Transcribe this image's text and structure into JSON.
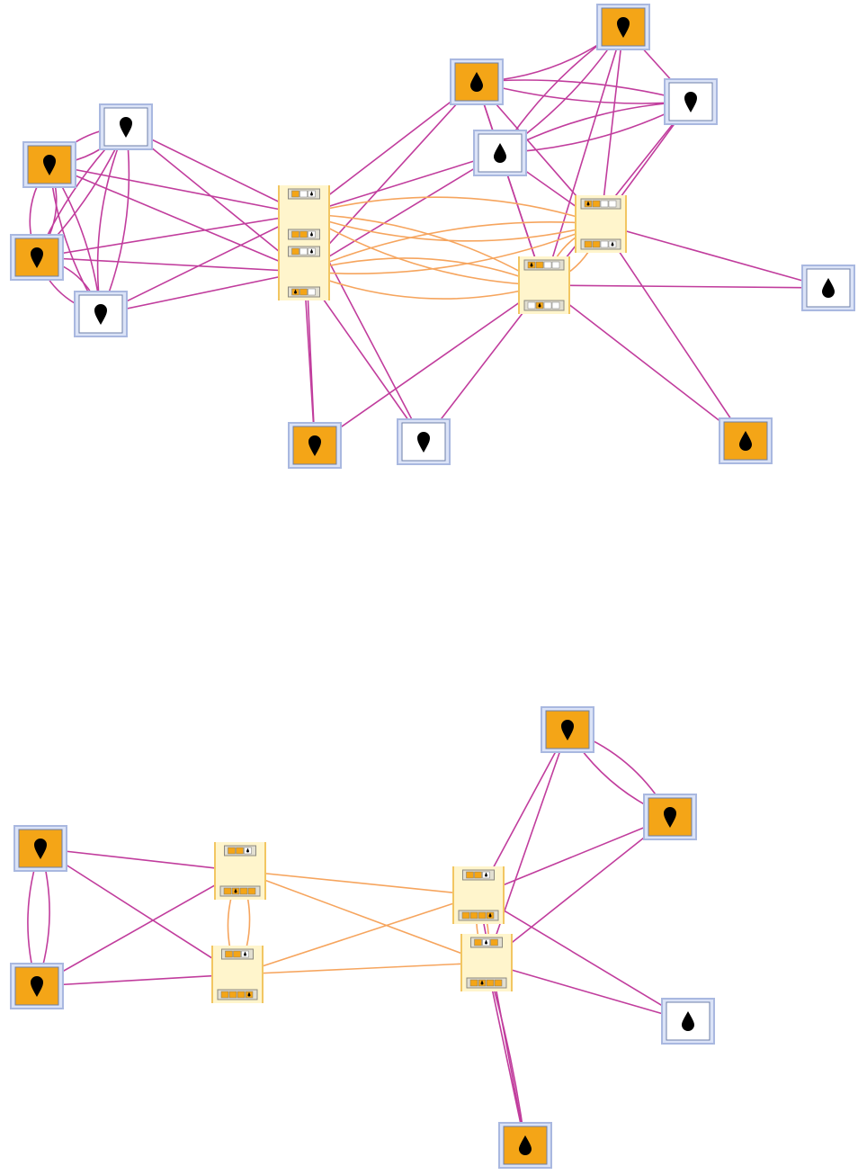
{
  "colors": {
    "background": "#ffffff",
    "edge_magenta": "#c13d9d",
    "edge_orange": "#f6a55e",
    "node_orange": "#f4a517",
    "node_white": "#ffffff",
    "node_border": "#a9b8e0",
    "node_border_fill": "#dbe3f7",
    "drop": "#000000",
    "hub_fill": "#fff5cc",
    "hub_edge": "#f2c662",
    "slot_fill": "#e2dfd1",
    "slot_border": "#8d8a80",
    "cell_orange": "#f4a517",
    "cell_white": "#ffffff"
  },
  "graphs": [
    {
      "name": "graph-top",
      "nodes": [
        {
          "id": "t1",
          "color": "orange",
          "drop": "down"
        },
        {
          "id": "t2",
          "color": "white",
          "drop": "down"
        },
        {
          "id": "t3",
          "color": "orange",
          "drop": "down"
        },
        {
          "id": "t4",
          "color": "white",
          "drop": "down"
        },
        {
          "id": "t5",
          "color": "orange",
          "drop": "down"
        },
        {
          "id": "t6",
          "color": "white",
          "drop": "down"
        },
        {
          "id": "t7",
          "color": "orange",
          "drop": "up"
        },
        {
          "id": "t8",
          "color": "white",
          "drop": "up"
        },
        {
          "id": "t9",
          "color": "orange",
          "drop": "down"
        },
        {
          "id": "t10",
          "color": "white",
          "drop": "down"
        },
        {
          "id": "t11",
          "color": "white",
          "drop": "up"
        },
        {
          "id": "t12",
          "color": "orange",
          "drop": "up"
        }
      ],
      "hubs": [
        {
          "id": "th1",
          "slots": [
            [
              "o",
              "w",
              "wi"
            ],
            [
              "o",
              "o",
              "wi"
            ]
          ]
        },
        {
          "id": "th2",
          "slots": [
            [
              "o",
              "w",
              "wi"
            ],
            [
              "oi",
              "o",
              "w"
            ]
          ]
        },
        {
          "id": "th3",
          "slots": [
            [
              "oi",
              "o",
              "w",
              "w"
            ],
            [
              "w",
              "oi",
              "w",
              "w"
            ]
          ]
        },
        {
          "id": "th4",
          "slots": [
            [
              "oi",
              "o",
              "w",
              "w"
            ],
            [
              "o",
              "o",
              "w",
              "wi"
            ]
          ]
        }
      ]
    },
    {
      "name": "graph-bottom",
      "nodes": [
        {
          "id": "b1",
          "color": "orange",
          "drop": "down"
        },
        {
          "id": "b2",
          "color": "orange",
          "drop": "down"
        },
        {
          "id": "b3",
          "color": "orange",
          "drop": "down"
        },
        {
          "id": "b4",
          "color": "orange",
          "drop": "down"
        },
        {
          "id": "b5",
          "color": "white",
          "drop": "up"
        },
        {
          "id": "b6",
          "color": "orange",
          "drop": "up"
        }
      ],
      "hubs": [
        {
          "id": "bh1",
          "slots": [
            [
              "o",
              "o",
              "wi"
            ],
            [
              "o",
              "oi",
              "o",
              "o"
            ]
          ]
        },
        {
          "id": "bh2",
          "slots": [
            [
              "o",
              "o",
              "wi"
            ],
            [
              "o",
              "o",
              "o",
              "oi"
            ]
          ]
        },
        {
          "id": "bh3",
          "slots": [
            [
              "o",
              "o",
              "wi"
            ],
            [
              "o",
              "o",
              "o",
              "oi"
            ]
          ]
        },
        {
          "id": "bh4",
          "slots": [
            [
              "o",
              "wi",
              "o"
            ],
            [
              "o",
              "oi",
              "o",
              "o"
            ]
          ]
        }
      ]
    }
  ]
}
